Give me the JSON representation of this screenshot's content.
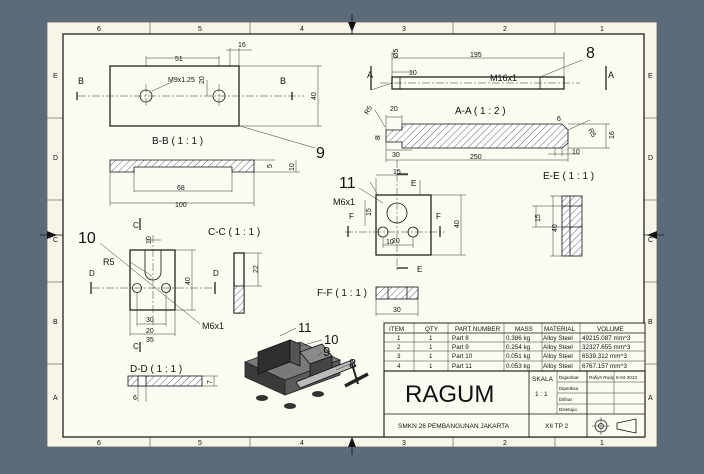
{
  "zones": {
    "columns_top": [
      "6",
      "5",
      "4",
      "3",
      "2",
      "1"
    ],
    "columns_bottom": [
      "6",
      "5",
      "4",
      "3",
      "2",
      "1"
    ],
    "rows": [
      "E",
      "D",
      "C",
      "B",
      "A"
    ]
  },
  "views": {
    "bb": {
      "title": "B-B ( 1 : 1 )",
      "cut": "B",
      "thread": "M9x1.25",
      "dims": [
        "51",
        "16",
        "20",
        "40",
        "5",
        "10",
        "68",
        "100"
      ]
    },
    "aa": {
      "title": "A-A ( 1 : 2 )",
      "cut": "A",
      "thread": "M16x1",
      "dims": [
        "Ø5",
        "195",
        "10",
        "R5",
        "20",
        "8",
        "30",
        "250",
        "10",
        "6",
        "16",
        "R5"
      ]
    },
    "cc": {
      "title": "C-C ( 1 : 1 )",
      "cut": "C",
      "thread": "M6x1",
      "radius": "R5",
      "dims": [
        "10",
        "40",
        "22",
        "30",
        "20",
        "35"
      ]
    },
    "dd": {
      "title": "D-D ( 1 : 1 )",
      "cut": "D",
      "dims": [
        "7",
        "6"
      ]
    },
    "ee": {
      "title": "E-E ( 1 : 1 )",
      "cut": "E",
      "thread": "M6x1",
      "dims": [
        "15",
        "10",
        "20",
        "40",
        "15",
        "40"
      ]
    },
    "ff": {
      "title": "F-F ( 1 : 1 )",
      "cut": "F",
      "dims": [
        "30"
      ]
    }
  },
  "balloons": {
    "b8": "8",
    "b9": "9",
    "b10": "10",
    "b11": "11",
    "i11": "11",
    "i10": "10",
    "i9": "9",
    "i8": "8"
  },
  "bom": {
    "headers": [
      "ITEM",
      "QTY",
      "PART NUMBER",
      "MASS",
      "MATERIAL",
      "VOLUME"
    ],
    "rows": [
      [
        "1",
        "1",
        "Part 8",
        "0.386 kg",
        "Alloy Steel",
        "49215.087 mm^3"
      ],
      [
        "2",
        "1",
        "Part 9",
        "0.254 kg",
        "Alloy Steel",
        "32327.655 mm^3"
      ],
      [
        "3",
        "1",
        "Part 10",
        "0.051 kg",
        "Alloy Steel",
        "6539.312 mm^3"
      ],
      [
        "4",
        "1",
        "Part 11",
        "0.053 kg",
        "Alloy Steel",
        "6767.157 mm^3"
      ]
    ]
  },
  "title_block": {
    "title": "RAGUM",
    "school": "SMKN 26 PEMBANGUNAN JAKARTA",
    "skala_label": "SKALA",
    "skala_value": "1 : 1",
    "sign_rows": [
      [
        "Digambar",
        "Rafiyh Rudy",
        "8-04-2013"
      ],
      [
        "Diperiksa",
        "",
        ""
      ],
      [
        "Dilihat",
        "",
        ""
      ],
      [
        "Disetujui",
        "",
        ""
      ]
    ],
    "class_code": "XII TP 2"
  }
}
